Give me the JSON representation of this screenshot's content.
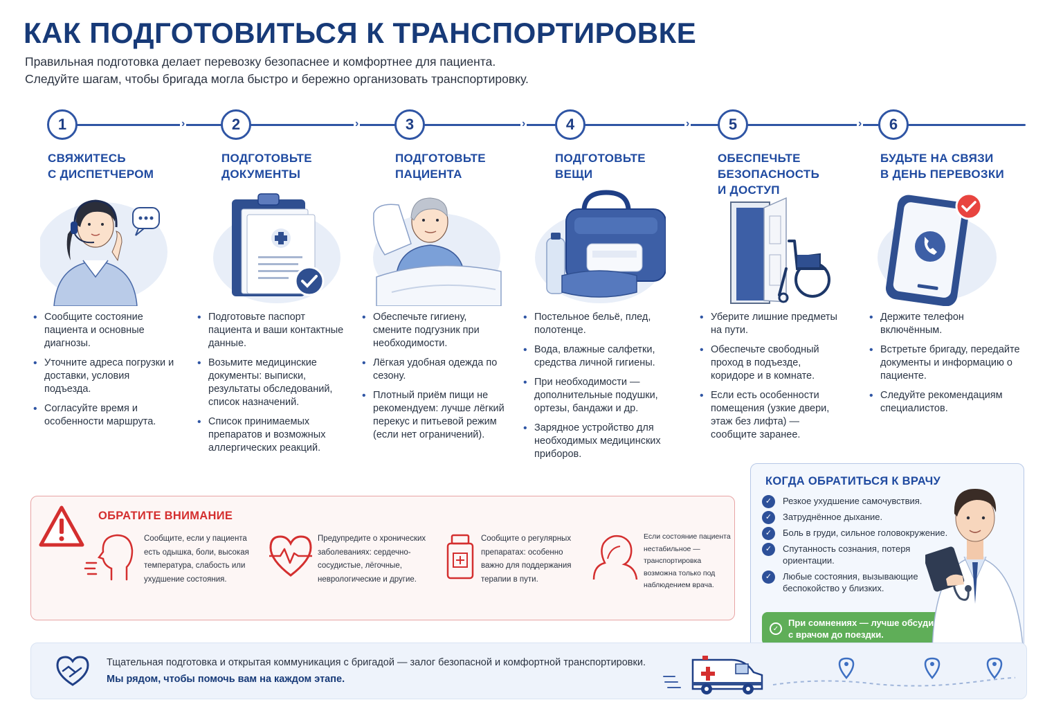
{
  "header": {
    "title": "КАК ПОДГОТОВИТЬСЯ К ТРАНСПОРТИРОВКЕ",
    "subtitle_line1": "Правильная подготовка делает перевозку безопаснее и комфортнее для пациента.",
    "subtitle_line2": "Следуйте шагам, чтобы бригада могла быстро и бережно организовать транспортировку."
  },
  "steps": [
    {
      "number": "1",
      "title_line1": "СВЯЖИТЕСЬ",
      "title_line2": "С ДИСПЕТЧЕРОМ",
      "icon": "dispatcher-headset-icon",
      "bullets": [
        "Сообщите состояние пациента и основные диагнозы.",
        "Уточните адреса погрузки и доставки, условия подъезда.",
        "Согласуйте время и особенности маршрута."
      ]
    },
    {
      "number": "2",
      "title_line1": "ПОДГОТОВЬТЕ",
      "title_line2": "ДОКУМЕНТЫ",
      "icon": "clipboard-documents-icon",
      "bullets": [
        "Подготовьте паспорт пациента и ваши контактные данные.",
        "Возьмите медицинские документы: выписки, результаты обследований, список назначений.",
        "Список принимаемых препаратов и возможных аллергических реакций."
      ]
    },
    {
      "number": "3",
      "title_line1": "ПОДГОТОВЬТЕ",
      "title_line2": "ПАЦИЕНТА",
      "icon": "patient-in-bed-icon",
      "bullets": [
        "Обеспечьте гигиену, смените подгузник при необходимости.",
        "Лёгкая удобная одежда по сезону.",
        "Плотный приём пищи не рекомендуем: лучше лёгкий перекус и питьевой режим (если нет ограничений)."
      ]
    },
    {
      "number": "4",
      "title_line1": "ПОДГОТОВЬТЕ",
      "title_line2": "ВЕЩИ",
      "icon": "bag-and-linen-icon",
      "bullets": [
        "Постельное бельё, плед, полотенце.",
        "Вода, влажные салфетки, средства личной гигиены.",
        "При необходимости — дополнительные подушки, ортезы, бандажи и др.",
        "Зарядное устройство для необходимых медицинских приборов."
      ]
    },
    {
      "number": "5",
      "title_line1": "ОБЕСПЕЧЬТЕ",
      "title_line2": "БЕЗОПАСНОСТЬ",
      "title_line3": "И ДОСТУП",
      "icon": "door-wheelchair-icon",
      "bullets": [
        "Уберите лишние предметы на пути.",
        "Обеспечьте свободный проход в подъезде, коридоре и в комнате.",
        "Если есть особенности помещения (узкие двери, этаж без лифта) — сообщите заранее."
      ]
    },
    {
      "number": "6",
      "title_line1": "БУДЬТЕ НА СВЯЗИ",
      "title_line2": "В ДЕНЬ ПЕРЕВОЗКИ",
      "icon": "phone-call-check-icon",
      "bullets": [
        "Держите телефон включённым.",
        "Встретьте бригаду, передайте документы и информацию о пациенте.",
        "Следуйте рекомендациям специалистов."
      ]
    }
  ],
  "attention": {
    "title": "ОБРАТИТЕ ВНИМАНИЕ",
    "items": [
      {
        "icon": "breathing-person-icon",
        "text": "Сообщите, если у пациента есть одышка, боли, высокая температура, слабость или ухудшение состояния."
      },
      {
        "icon": "heart-pulse-icon",
        "text": "Предупредите о хронических заболеваниях: сердечно-сосудистые, лёгочные, неврологические и другие."
      },
      {
        "icon": "medicine-bottle-icon",
        "text": "Сообщите о регулярных препаратах: особенно важно для поддержания терапии в пути."
      },
      {
        "icon": "unwell-person-icon",
        "text": "Если состояние пациента нестабильное — транспортировка возможна только под наблюдением врача."
      }
    ]
  },
  "doctor": {
    "title": "КОГДА ОБРАТИТЬСЯ К ВРАЧУ",
    "items": [
      "Резкое ухудшение самочувствия.",
      "Затруднённое дыхание.",
      "Боль в груди, сильное головокружение.",
      "Спутанность сознания, потеря ориентации.",
      "Любые состояния, вызывающие беспокойство у близких."
    ],
    "note": "При сомнениях — лучше обсудить с врачом до поездки."
  },
  "footer": {
    "line1": "Тщательная подготовка и открытая коммуникация с бригадой — залог безопасной и комфортной транспортировки.",
    "line2": "Мы рядом, чтобы помочь вам на каждом этапе."
  },
  "colors": {
    "primary": "#1f4aa0",
    "title": "#173a78",
    "alert": "#d42f2f",
    "success": "#5fae58"
  }
}
